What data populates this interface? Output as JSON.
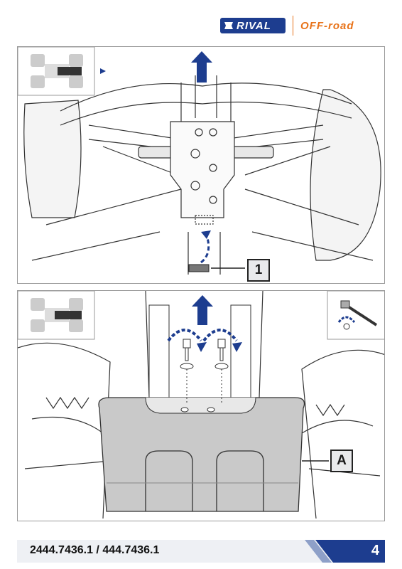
{
  "header": {
    "brand_name": "RIVAL",
    "brand_tagline": "OFF-road",
    "brand_color": "#1d3d8f",
    "accent_color": "#e8731a"
  },
  "step1": {
    "callout_label": "1",
    "direction_icon": "up-arrow-icon",
    "vehicle_icon": "atv-topview-icon"
  },
  "step2": {
    "callout_label": "A",
    "direction_icon": "up-arrow-icon",
    "vehicle_icon": "atv-topview-icon",
    "tool_icon": "socket-wrench-icon",
    "rotate_icon": "clockwise-rotate-icon"
  },
  "footer": {
    "part_number": "2444.7436.1 / 444.7436.1",
    "page_number": "4"
  }
}
